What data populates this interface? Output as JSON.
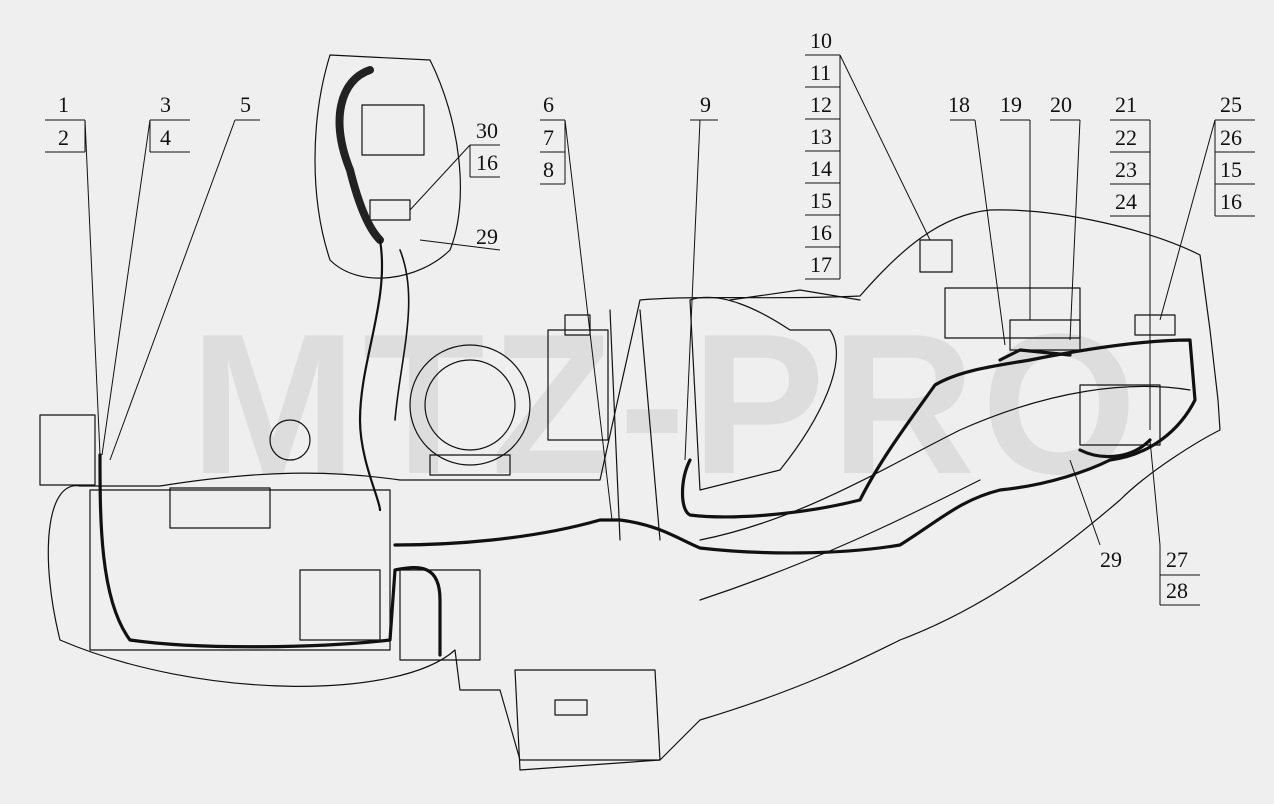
{
  "watermark": "MTZ-PRO",
  "callouts": [
    "1",
    "2",
    "3",
    "4",
    "5",
    "6",
    "7",
    "8",
    "9",
    "10",
    "11",
    "12",
    "13",
    "14",
    "15",
    "16",
    "17",
    "18",
    "19",
    "20",
    "21",
    "22",
    "23",
    "24",
    "25",
    "26",
    "15",
    "16",
    "30",
    "16",
    "29",
    "29",
    "27",
    "28"
  ],
  "colors": {
    "background": "#efefef",
    "line": "#111111",
    "watermark": "#bebebe"
  }
}
